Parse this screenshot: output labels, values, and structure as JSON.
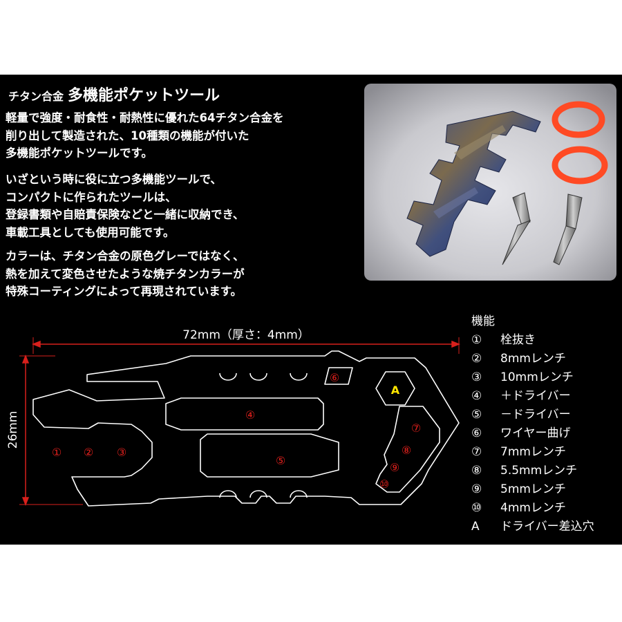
{
  "title": {
    "prefix": "チタン合金",
    "main": "多機能ポケットツール"
  },
  "paragraphs": [
    [
      "軽量で強度・耐食性・耐熱性に優れた64チタン合金を",
      "削り出して製造された、10種類の機能が付いた",
      "多機能ポケットツールです。"
    ],
    [
      "いざという時に役に立つ多機能ツールで、",
      "コンパクトに作られたツールは、",
      "登録書類や自賠責保険などと一緒に収納でき、",
      "車載工具としても使用可能です。"
    ],
    [
      "カラーは、チタン合金の原色グレーではなく、",
      "熱を加えて変色させたような焼チタンカラーが",
      "特殊コーティングによって再現されています。"
    ]
  ],
  "diagram": {
    "width_label": "72mm（厚さ：4mm）",
    "height_label": "26mm",
    "markers": [
      "①",
      "②",
      "③",
      "④",
      "⑤",
      "⑥",
      "⑦",
      "⑧",
      "⑨",
      "⑩",
      "A"
    ]
  },
  "legend": {
    "heading": "機能",
    "items": [
      {
        "num": "①",
        "label": "栓抜き"
      },
      {
        "num": "②",
        "label": "8mmレンチ"
      },
      {
        "num": "③",
        "label": "10mmレンチ"
      },
      {
        "num": "④",
        "label": "＋ドライバー"
      },
      {
        "num": "⑤",
        "label": "－ドライバー"
      },
      {
        "num": "⑥",
        "label": "ワイヤー曲げ"
      },
      {
        "num": "⑦",
        "label": "7mmレンチ"
      },
      {
        "num": "⑧",
        "label": "5.5mmレンチ"
      },
      {
        "num": "⑨",
        "label": "5mmレンチ"
      },
      {
        "num": "⑩",
        "label": "4mmレンチ"
      },
      {
        "num": "A",
        "label": "ドライバー差込穴"
      }
    ]
  },
  "colors": {
    "background": "#000000",
    "text": "#ffffff",
    "marker_red": "#e0201c",
    "marker_a": "#ffe600",
    "dimension_line": "#d8201c"
  }
}
